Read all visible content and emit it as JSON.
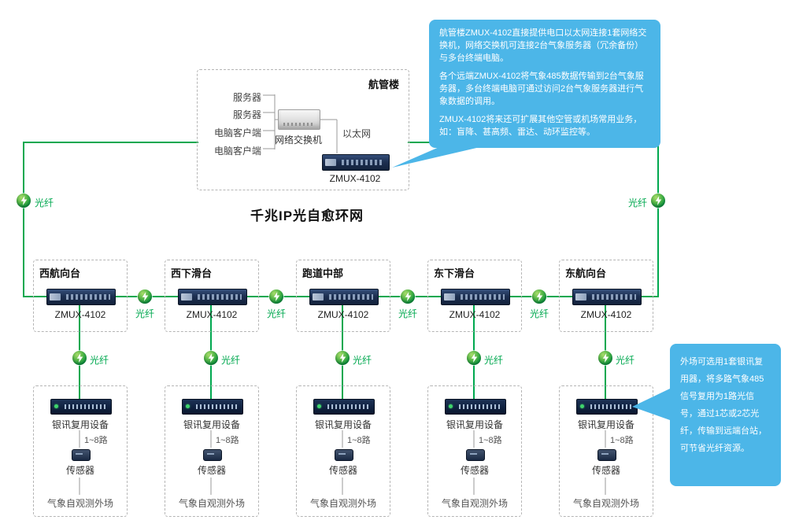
{
  "title": "千兆IP光自愈环网",
  "fiber_label": "光纤",
  "colors": {
    "ring_green": "#00a84f",
    "callout_blue": "#4cb6e8",
    "device_navy": "#1d2f51"
  },
  "building": {
    "name": "航管楼",
    "terminals": [
      "服务器",
      "服务器",
      "电脑客户端",
      "电脑客户端"
    ],
    "switch": "网络交换机",
    "ethernet": "以太网",
    "device": "ZMUX-4102"
  },
  "stations": [
    {
      "name": "西航向台",
      "device": "ZMUX-4102"
    },
    {
      "name": "西下滑台",
      "device": "ZMUX-4102"
    },
    {
      "name": "跑道中部",
      "device": "ZMUX-4102"
    },
    {
      "name": "东下滑台",
      "device": "ZMUX-4102"
    },
    {
      "name": "东航向台",
      "device": "ZMUX-4102"
    }
  ],
  "field_sites": [
    {
      "mux": "银讯复用设备",
      "channels": "1~8路",
      "sensor": "传感器",
      "name": "气象自观测外场"
    },
    {
      "mux": "银讯复用设备",
      "channels": "1~8路",
      "sensor": "传感器",
      "name": "气象自观测外场"
    },
    {
      "mux": "银讯复用设备",
      "channels": "1~8路",
      "sensor": "传感器",
      "name": "气象自观测外场"
    },
    {
      "mux": "银讯复用设备",
      "channels": "1~8路",
      "sensor": "传感器",
      "name": "气象自观测外场"
    },
    {
      "mux": "银讯复用设备",
      "channels": "1~8路",
      "sensor": "传感器",
      "name": "气象自观测外场"
    }
  ],
  "callout_top": {
    "p1": "航管楼ZMUX-4102直接提供电口以太网连接1套网络交换机，网络交换机可连接2台气象服务器（冗余备份）与多台终端电脑。",
    "p2": "各个远端ZMUX-4102将气象485数据传输到2台气象服务器，多台终端电脑可通过访问2台气象服务器进行气象数据的调用。",
    "p3": "ZMUX-4102将来还可扩展其他空管或机场常用业务，如：盲降、甚高频、雷达、动环监控等。"
  },
  "callout_bottom": {
    "text": "外场可选用1套银讯复用器，将多路气象485信号复用为1路光信号，通过1芯或2芯光纤，传输到远端台站，可节省光纤资源。"
  }
}
